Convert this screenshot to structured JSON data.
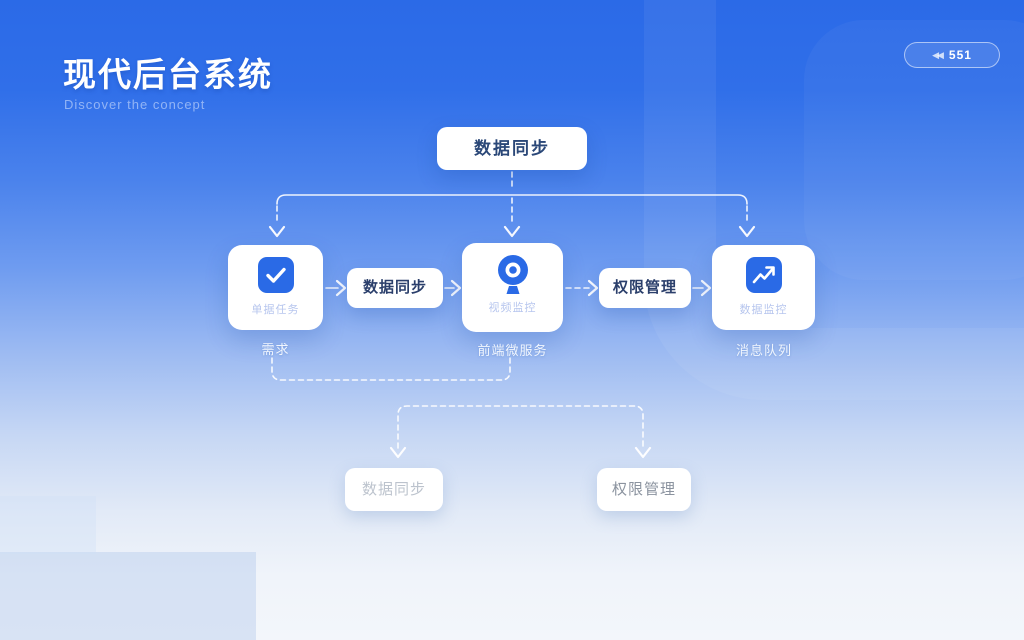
{
  "header": {
    "title": "现代后台系统",
    "subtitle": "Discover the concept",
    "badge": {
      "icon": "rewind-icon",
      "label": "551"
    }
  },
  "flow": {
    "root_label": "数据同步",
    "cards": [
      {
        "icon": "check-icon",
        "label": "单据任务",
        "caption": "需求"
      },
      {
        "icon": "webcam-icon",
        "label": "视频监控",
        "caption": "前端微服务"
      },
      {
        "icon": "trend-arrow-icon",
        "label": "数据监控",
        "caption": "消息队列"
      }
    ],
    "pills": [
      {
        "label": "数据同步"
      },
      {
        "label": "权限管理"
      }
    ],
    "outputs": [
      {
        "label": "数据同步"
      },
      {
        "label": "权限管理"
      }
    ]
  },
  "colors": {
    "accent_blue": "#2a6ae6",
    "background_top": "#2b6ae7",
    "background_bottom": "#f3f6fb",
    "root_text": "#2b4878",
    "card_label_text": "#b7c6ee",
    "output_left_text": "#bcc3cd",
    "output_right_text": "#8b939f",
    "wire": "#ffffff"
  }
}
